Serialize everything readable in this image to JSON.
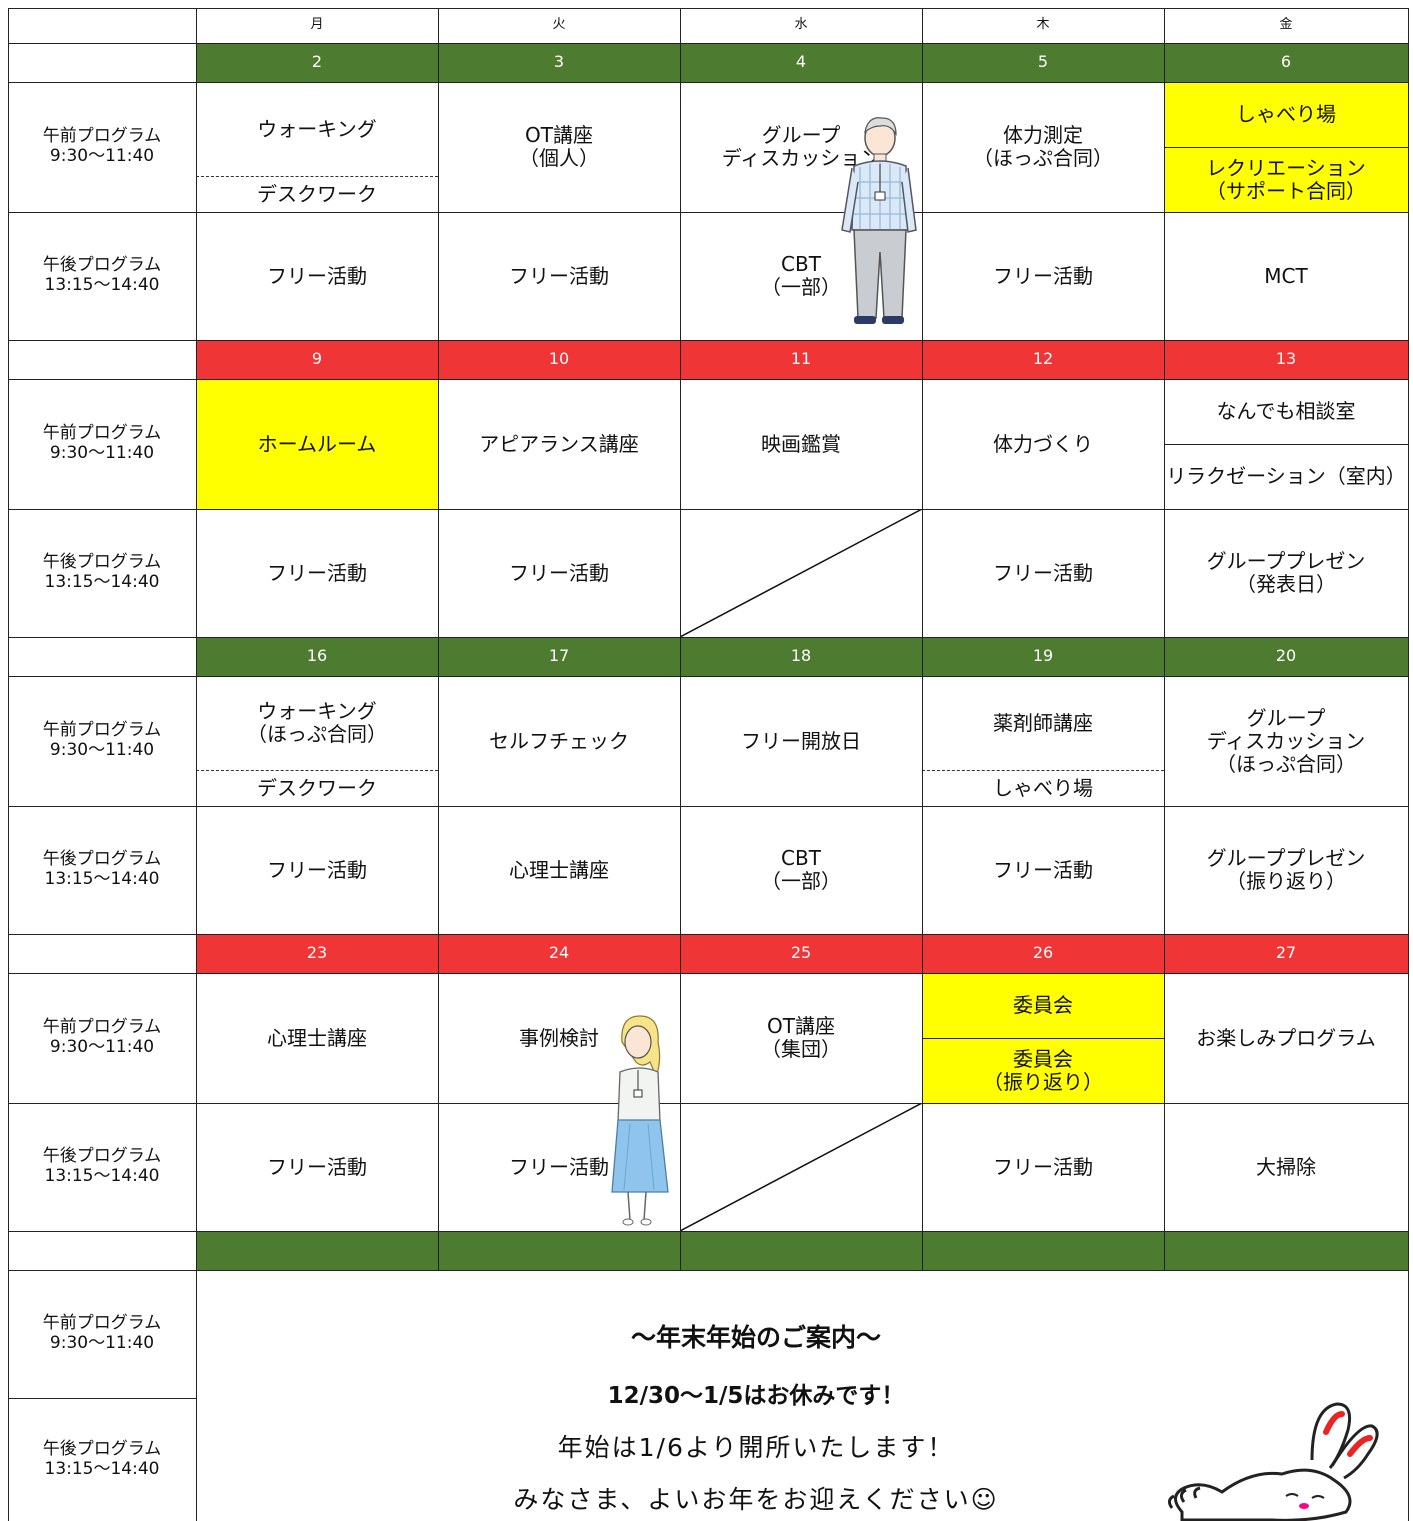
{
  "colors": {
    "week_green": "#4d7b2f",
    "week_red": "#ef3535",
    "highlight": "#ffff00"
  },
  "weekdays": [
    "月",
    "火",
    "水",
    "木",
    "金"
  ],
  "slots": {
    "am": "午前プログラム\n9:30～11:40",
    "pm": "午後プログラム\n13:15～14:40"
  },
  "weeks": [
    {
      "color": "green",
      "dates": [
        "2",
        "3",
        "4",
        "5",
        "6"
      ],
      "am": [
        {
          "top": "ウォーキング",
          "bottom": "デスクワーク",
          "split": "dashed"
        },
        {
          "text": "OT講座\n（個人）"
        },
        {
          "text": "グループ\nディスカッション"
        },
        {
          "text": "体力測定\n（ほっぷ合同）"
        },
        {
          "top": "しゃべり場",
          "bottom": "レクリエーション\n（サポート合同）",
          "split": "solid",
          "highlight": "both"
        }
      ],
      "pm": [
        {
          "text": "フリー活動"
        },
        {
          "text": "フリー活動"
        },
        {
          "text": "CBT\n（一部）"
        },
        {
          "text": "フリー活動"
        },
        {
          "text": "MCT"
        }
      ]
    },
    {
      "color": "red",
      "dates": [
        "9",
        "10",
        "11",
        "12",
        "13"
      ],
      "am": [
        {
          "text": "ホームルーム",
          "highlight": "full"
        },
        {
          "text": "アピアランス講座"
        },
        {
          "text": "映画鑑賞"
        },
        {
          "text": "体力づくり"
        },
        {
          "top": "なんでも相談室",
          "bottom": "リラクゼーション（室内）",
          "split": "solid"
        }
      ],
      "pm": [
        {
          "text": "フリー活動"
        },
        {
          "text": "フリー活動"
        },
        {
          "text": "",
          "diagonal": true
        },
        {
          "text": "フリー活動"
        },
        {
          "text": "グループプレゼン\n（発表日）"
        }
      ]
    },
    {
      "color": "green",
      "dates": [
        "16",
        "17",
        "18",
        "19",
        "20"
      ],
      "am": [
        {
          "top": "ウォーキング\n（ほっぷ合同）",
          "bottom": "デスクワーク",
          "split": "dashed"
        },
        {
          "text": "セルフチェック"
        },
        {
          "text": "フリー開放日"
        },
        {
          "top": "薬剤師講座",
          "bottom": "しゃべり場",
          "split": "dashed"
        },
        {
          "text": "グループ\nディスカッション\n（ほっぷ合同）"
        }
      ],
      "pm": [
        {
          "text": "フリー活動"
        },
        {
          "text": "心理士講座"
        },
        {
          "text": "CBT\n（一部）"
        },
        {
          "text": "フリー活動"
        },
        {
          "text": "グループプレゼン\n（振り返り）"
        }
      ]
    },
    {
      "color": "red",
      "dates": [
        "23",
        "24",
        "25",
        "26",
        "27"
      ],
      "am": [
        {
          "text": "心理士講座"
        },
        {
          "text": "事例検討"
        },
        {
          "text": "OT講座\n（集団）"
        },
        {
          "top": "委員会",
          "bottom": "委員会\n（振り返り）",
          "split": "solid",
          "highlight": "both"
        },
        {
          "text": "お楽しみプログラム"
        }
      ],
      "pm": [
        {
          "text": "フリー活動"
        },
        {
          "text": "フリー活動"
        },
        {
          "text": "",
          "diagonal": true
        },
        {
          "text": "フリー活動"
        },
        {
          "text": "大掃除"
        }
      ]
    }
  ],
  "notice": {
    "title": "～年末年始のご案内～",
    "closed": "12/30～1/5はお休みです！",
    "reopen": "年始は1/6より開所いたします！",
    "greeting": "みなさま、よいお年をお迎えください☺"
  }
}
